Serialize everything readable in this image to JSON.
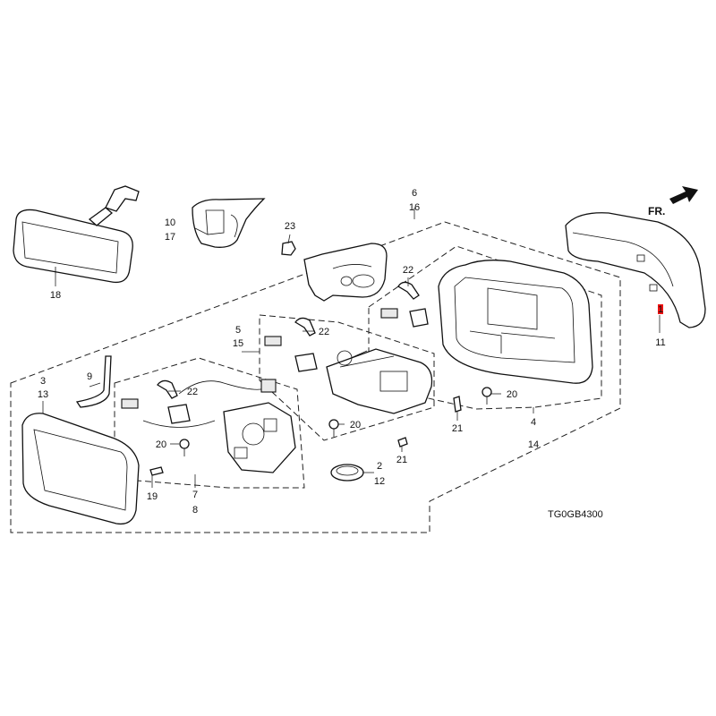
{
  "diagram": {
    "code": "TG0GB4300",
    "direction_label": "FR.",
    "callouts": {
      "p1": "1",
      "p2": "2",
      "p3": "3",
      "p4": "4",
      "p5": "5",
      "p6": "6",
      "p7": "7",
      "p8": "8",
      "p9": "9",
      "p10": "10",
      "p11": "11",
      "p12": "12",
      "p13": "13",
      "p14": "14",
      "p15": "15",
      "p16": "16",
      "p17": "17",
      "p18": "18",
      "p19": "19",
      "p20a": "20",
      "p20b": "20",
      "p20c": "20",
      "p21a": "21",
      "p21b": "21",
      "p22a": "22",
      "p22b": "22",
      "p22c": "22",
      "p23": "23"
    },
    "highlight_color": "#e11111"
  }
}
